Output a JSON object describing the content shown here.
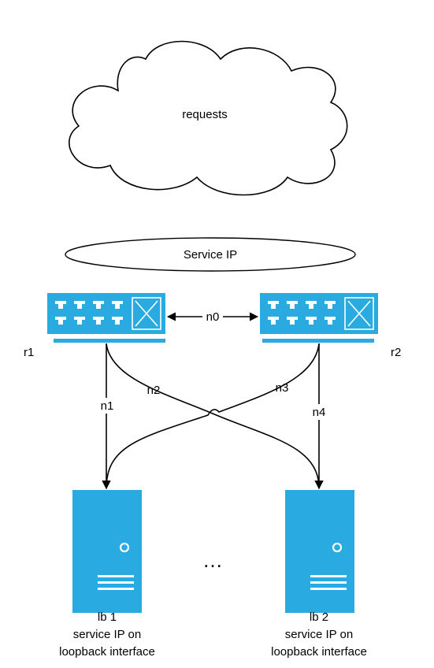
{
  "colors": {
    "device_blue": "#29abe2",
    "line": "#000000",
    "background": "#ffffff"
  },
  "cloud": {
    "label": "requests"
  },
  "service_ip": {
    "label": "Service IP"
  },
  "routers": [
    {
      "id": "r1",
      "label": "r1",
      "icon": "switch-icon"
    },
    {
      "id": "r2",
      "label": "r2",
      "icon": "switch-icon"
    }
  ],
  "links": [
    {
      "id": "n0",
      "label": "n0",
      "from": "r1",
      "to": "r2"
    },
    {
      "id": "n1",
      "label": "n1",
      "from": "r1",
      "to": "lb1"
    },
    {
      "id": "n2",
      "label": "n2",
      "from": "r1",
      "to": "lb2"
    },
    {
      "id": "n3",
      "label": "n3",
      "from": "r2",
      "to": "lb1"
    },
    {
      "id": "n4",
      "label": "n4",
      "from": "r2",
      "to": "lb2"
    }
  ],
  "servers": [
    {
      "id": "lb1",
      "name": "lb 1",
      "line2": "service IP on",
      "line3": "loopback interface",
      "icon": "server-icon"
    },
    {
      "id": "lb2",
      "name": "lb 2",
      "line2": "service IP on",
      "line3": "loopback interface",
      "icon": "server-icon"
    }
  ],
  "ellipsis": "…"
}
